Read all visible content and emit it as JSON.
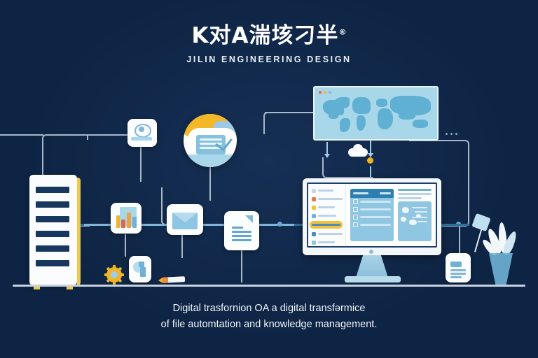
{
  "header": {
    "brand_cn": "K对A湍垓刁半",
    "registered_mark": "®",
    "brand_en": "JILIN ENGINEERING DESIGN"
  },
  "caption": {
    "line1": "Digital trasfornion OA a digital transfərmice",
    "line2": "of file automtation and knowledge management."
  },
  "colors": {
    "background": "#0e2444",
    "accent_yellow": "#f0b429",
    "accent_blue": "#7fb6da",
    "panel_blue": "#a9d7ea",
    "card_white": "#fbfdfe",
    "wire_gray": "#a9b8c9",
    "ground_line": "#c8d2de",
    "screen_border": "#1d3f6d",
    "deep_blue": "#2c7fae"
  },
  "diagram": {
    "server_rack": {
      "name": "server-rack",
      "slot_count": 6,
      "foot_count": 2
    },
    "cloud_badge": {
      "name": "cloud-document-badge"
    },
    "monitor": {
      "name": "desktop-monitor",
      "sidebar_items": 9,
      "active_item_index": 4,
      "panel_rows": 4,
      "text_lines": 3
    },
    "world_map": {
      "name": "world-map-panel",
      "status_dots": [
        "#e06a5a",
        "#f0b429",
        "#7fb6da"
      ]
    },
    "nodes": [
      {
        "name": "computer-icon-card",
        "icon": "monitor-keyboard-icon"
      },
      {
        "name": "chart-icon-card",
        "icon": "bar-chart-icon"
      },
      {
        "name": "email-icon-card",
        "icon": "envelope-icon"
      },
      {
        "name": "document-icon-card",
        "icon": "document-icon"
      },
      {
        "name": "report-icon-card",
        "icon": "pie-document-icon"
      },
      {
        "name": "note-icon-card",
        "icon": "text-lines-icon"
      }
    ],
    "desk_items": [
      {
        "name": "gear-icon",
        "color": "#f0b429"
      },
      {
        "name": "pencil-icon",
        "color": "#ef8b3c"
      },
      {
        "name": "desk-lamp-icon",
        "color": "#bfe0f0"
      },
      {
        "name": "plant-vase-icon",
        "color": "#6fb2d6"
      }
    ],
    "flow_markers": {
      "cloud": "cloud-icon",
      "status_dot": "status-dot",
      "ellipsis": "ellipsis-icon"
    }
  }
}
